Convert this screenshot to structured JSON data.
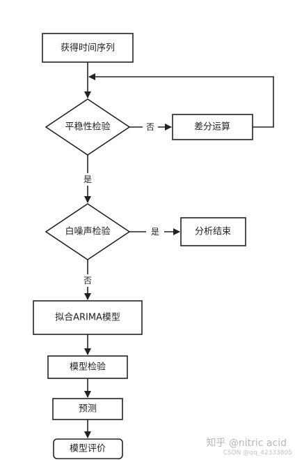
{
  "colors": {
    "stroke": "#222222",
    "fill": "#ffffff",
    "text": "#222222",
    "watermark": "#b8b8b8"
  },
  "nodes": {
    "get_series": "获得时间序列",
    "stationarity": "平稳性检验",
    "difference": "差分运算",
    "white_noise": "白噪声检验",
    "analysis_end": "分析结束",
    "fit_arima": "拟合ARIMA模型",
    "model_check": "模型检验",
    "predict": "预测",
    "model_eval": "模型评价"
  },
  "edges": {
    "stationarity_no": "否",
    "stationarity_yes": "是",
    "white_noise_yes": "是",
    "white_noise_no": "否"
  },
  "watermark": {
    "main": "知乎 @nitric acid",
    "sub": "CSDN @qq_42333805"
  }
}
